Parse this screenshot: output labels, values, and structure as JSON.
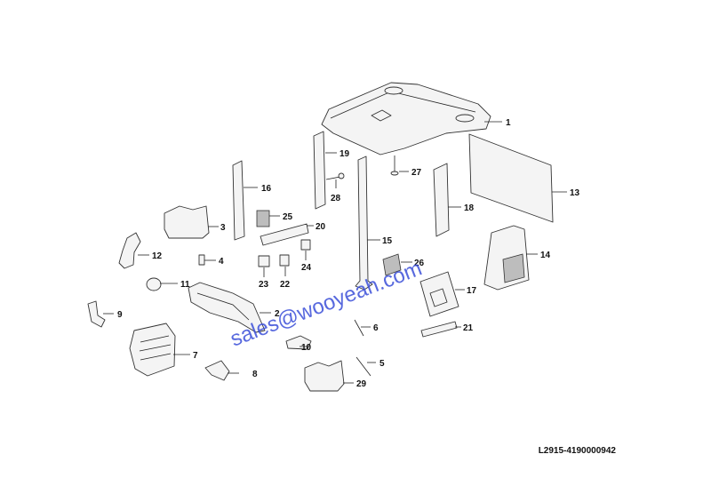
{
  "callouts": [
    "1",
    "2",
    "3",
    "4",
    "5",
    "6",
    "7",
    "8",
    "9",
    "10",
    "11",
    "12",
    "13",
    "14",
    "15",
    "16",
    "17",
    "18",
    "19",
    "20",
    "21",
    "22",
    "23",
    "24",
    "25",
    "26",
    "27",
    "28",
    "29"
  ],
  "watermark": "sales@wooyeah.com",
  "drawing_code": "L2915-4190000942",
  "colors": {
    "line": "#333333",
    "fill": "#f4f4f4",
    "watermark": "#3b4fd8"
  }
}
